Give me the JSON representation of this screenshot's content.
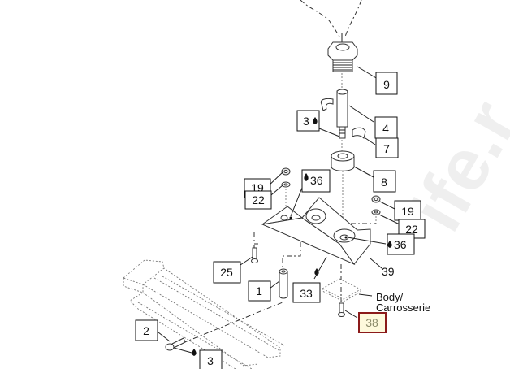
{
  "diagram": {
    "title": "Exploded parts diagram",
    "callouts": [
      {
        "id": "c9",
        "number": "9",
        "has_drop": false
      },
      {
        "id": "c4",
        "number": "4",
        "has_drop": false
      },
      {
        "id": "c3top",
        "number": "3",
        "has_drop": true
      },
      {
        "id": "c7",
        "number": "7",
        "has_drop": false
      },
      {
        "id": "c8",
        "number": "8",
        "has_drop": false
      },
      {
        "id": "c19l",
        "number": "19",
        "has_drop": false
      },
      {
        "id": "c22l",
        "number": "22",
        "has_drop": false
      },
      {
        "id": "c36l",
        "number": "36",
        "has_drop": true
      },
      {
        "id": "c19r",
        "number": "19",
        "has_drop": false
      },
      {
        "id": "c22r",
        "number": "22",
        "has_drop": false
      },
      {
        "id": "c36r",
        "number": "36",
        "has_drop": true
      },
      {
        "id": "c39",
        "number": "39",
        "has_drop": false
      },
      {
        "id": "c25",
        "number": "25",
        "has_drop": false
      },
      {
        "id": "c1",
        "number": "1",
        "has_drop": false
      },
      {
        "id": "c33",
        "number": "33",
        "has_drop": false
      },
      {
        "id": "c2",
        "number": "2",
        "has_drop": false
      },
      {
        "id": "c3bot",
        "number": "3",
        "has_drop": true
      }
    ],
    "highlighted_callout": {
      "number": "38",
      "border_color": "#8b1a1a",
      "fill_color": "#fdf9dc"
    },
    "body_label_line1": "Body/",
    "body_label_line2": "Carrosserie",
    "drop_icon": "oil-drop-icon",
    "watermark": "ife.r"
  }
}
